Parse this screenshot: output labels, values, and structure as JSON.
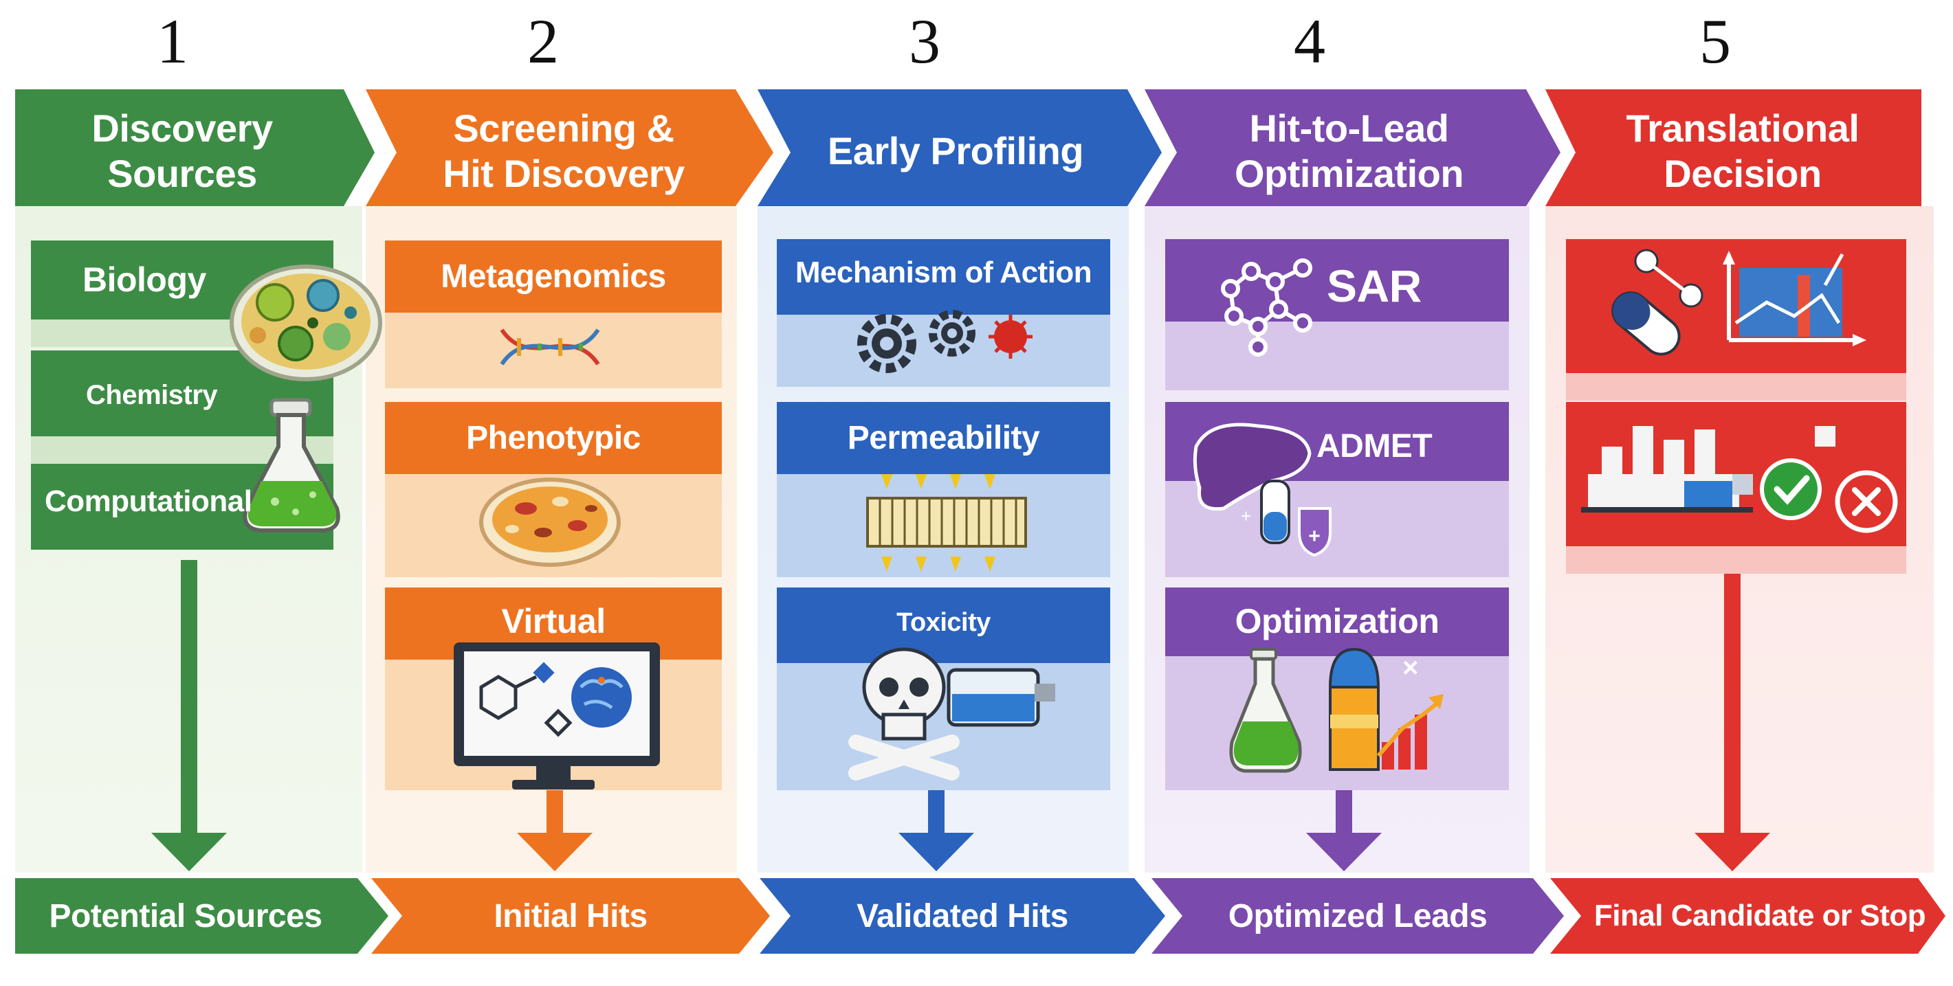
{
  "stages": [
    {
      "number": "1",
      "title": "Discovery\nSources",
      "color": "#3d8c45",
      "items": [
        "Biology",
        "Chemistry",
        "Computational"
      ],
      "output": "Potential Sources",
      "icons": [
        "petri-dish-microbes-icon",
        "flask-icon"
      ]
    },
    {
      "number": "2",
      "title": "Screening &\nHit Discovery",
      "color": "#ee7320",
      "items": [
        "Metagenomics",
        "Phenotypic",
        "Virtual"
      ],
      "output": "Initial Hits",
      "icons": [
        "dna-icon",
        "petri-dish-icon",
        "computer-brain-icon"
      ]
    },
    {
      "number": "3",
      "title": "Early Profiling",
      "color": "#2a62bd",
      "items": [
        "Mechanism of Action",
        "Permeability",
        "Toxicity"
      ],
      "output": "Validated Hits",
      "icons": [
        "gears-virus-icon",
        "membrane-icon",
        "skull-crossbones-icon"
      ]
    },
    {
      "number": "4",
      "title": "Hit-to-Lead\nOptimization",
      "color": "#7a4aac",
      "items": [
        "SAR",
        "ADMET",
        "Optimization"
      ],
      "output": "Optimized Leads",
      "icons": [
        "molecule-icon",
        "liver-icon",
        "flask-chart-icon"
      ]
    },
    {
      "number": "5",
      "title": "Translational\nDecision",
      "color": "#e0332e",
      "items": [],
      "output": "Final Candidate or Stop",
      "icons": [
        "pill-chart-icon",
        "factory-check-cross-icon"
      ]
    }
  ]
}
